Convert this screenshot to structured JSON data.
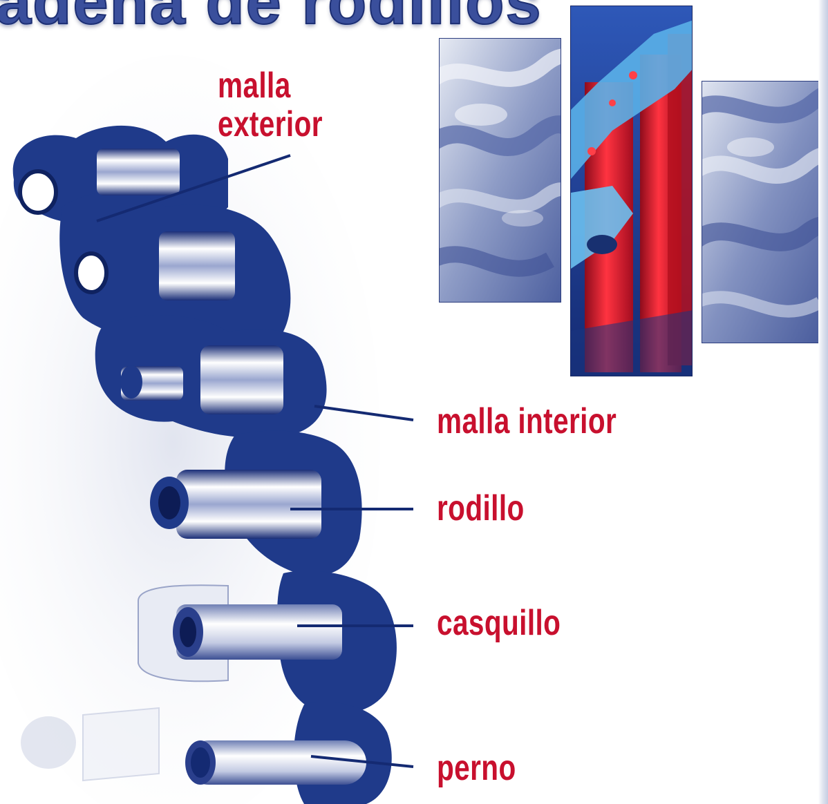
{
  "page": {
    "title": "adena de rodillos"
  },
  "labels": {
    "malla_exterior_line1": "malla",
    "malla_exterior_line2": "exterior",
    "malla_interior": "malla interior",
    "rodillo": "rodillo",
    "casquillo": "casquillo",
    "perno": "perno"
  },
  "colors": {
    "label_red": "#c8102e",
    "chain_blue": "#1f3a8a",
    "title_blue": "#3a4f9c",
    "panel_blue": "#5a6fae"
  },
  "panels": [
    {
      "name": "chain-detail-photo-left",
      "tone": "blue-monochrome"
    },
    {
      "name": "chain-detail-photo-center",
      "tone": "red-blue"
    },
    {
      "name": "chain-detail-photo-right",
      "tone": "blue-monochrome"
    }
  ]
}
